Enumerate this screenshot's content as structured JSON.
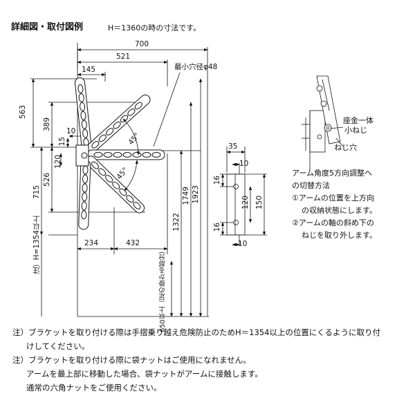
{
  "header": {
    "title": "詳細図・取付図例",
    "subtitle": "H＝1360の時の寸法です。"
  },
  "dims": {
    "w700": "700",
    "w521": "521",
    "w145": "145",
    "hole": "最小穴径φ48",
    "h563": "563",
    "h389": "389",
    "w10": "10",
    "w15": "15",
    "a45top": "45°",
    "h120": "120",
    "h526": "526",
    "h715": "715",
    "a45bot": "45°",
    "w234": "234",
    "w432": "432",
    "h1322": "1322",
    "h1749": "1749",
    "h1923": "1923",
    "v650": "650以上（足の掛かる部分）",
    "vnote": "注）H=1354以上"
  },
  "bracket": {
    "w35": "35",
    "d16a": "16",
    "d16b": "16",
    "d10a": "10",
    "h120": "120",
    "h150": "150",
    "d10b": "10"
  },
  "detail": {
    "screw_label_1": "座金一体",
    "screw_label_2": "小ねじ",
    "hole_label": "ねじ穴"
  },
  "instructions": {
    "title_1": "アーム角度5方向調整へ",
    "title_2": "の切替方法",
    "step1_a": "①アームの位置を上方向",
    "step1_b": "の収納状態にします。",
    "step2_a": "②アームの軸の斜め下の",
    "step2_b": "ねじを取り外します。"
  },
  "notes": {
    "n1_a": "注）ブラケットを取り付ける際は手摺乗り越え危険防止のためH＝1354以上の位置にくるように取り付",
    "n1_b": "けしてください。",
    "n2_a": "注）ブラケットを取り付ける際に袋ナットはご使用になれません。",
    "n2_b": "アームを最上部に移動した場合、袋ナットがアームに接触します。",
    "n2_c": "通常の六角ナットをご使用ください。"
  }
}
